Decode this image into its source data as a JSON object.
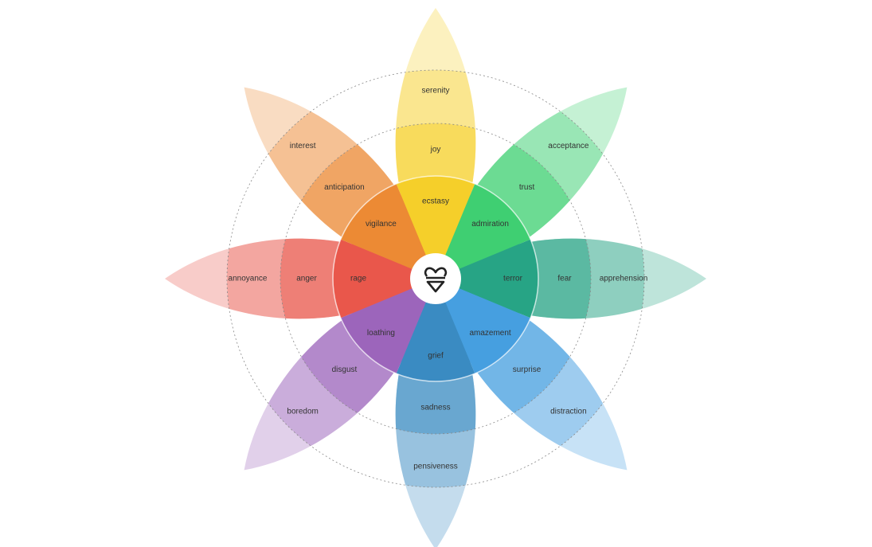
{
  "center_icon": "heart-triangle-logo-icon",
  "emotions": [
    {
      "color": "#f5cf2a",
      "inner": "ecstasy",
      "middle": "joy",
      "outer": "serenity"
    },
    {
      "color": "#3fcf72",
      "inner": "admiration",
      "middle": "trust",
      "outer": "acceptance"
    },
    {
      "color": "#27a485",
      "inner": "terror",
      "middle": "fear",
      "outer": "apprehension"
    },
    {
      "color": "#469fe0",
      "inner": "amazement",
      "middle": "surprise",
      "outer": "distraction"
    },
    {
      "color": "#3a8bc2",
      "inner": "grief",
      "middle": "sadness",
      "outer": "pensiveness"
    },
    {
      "color": "#9c65bb",
      "inner": "loathing",
      "middle": "disgust",
      "outer": "boredom"
    },
    {
      "color": "#e9574b",
      "inner": "rage",
      "middle": "anger",
      "outer": "annoyance"
    },
    {
      "color": "#ec8a34",
      "inner": "vigilance",
      "middle": "anticipation",
      "outer": "interest"
    }
  ]
}
